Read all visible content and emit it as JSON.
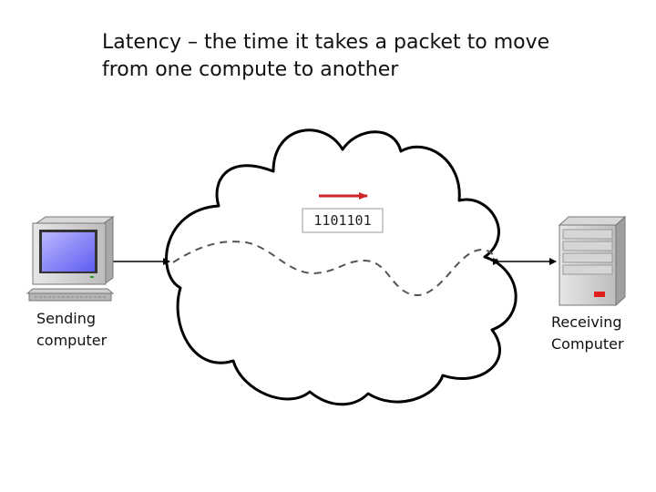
{
  "title": {
    "line1": "Latency – the time it takes a packet to move",
    "line2": "from one compute to another"
  },
  "packet": {
    "bits": "1101101"
  },
  "sender": {
    "label_line1": "Sending",
    "label_line2": "computer",
    "icon": "desktop-computer-icon"
  },
  "receiver": {
    "label_line1": "Receiving",
    "label_line2": "Computer",
    "icon": "server-tower-icon"
  },
  "colors": {
    "arrow": "#d0262a",
    "cloud_stroke": "#000000",
    "path_dash": "#555555"
  }
}
